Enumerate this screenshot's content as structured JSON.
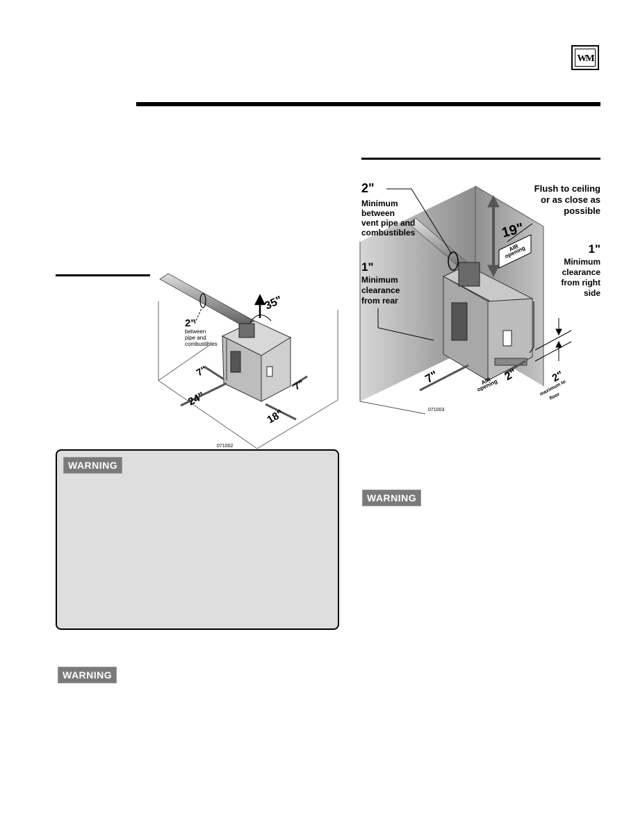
{
  "header": {
    "logo_text": "WM"
  },
  "figure_left": {
    "dim_top": "35\"",
    "dim_pipe": "2\"",
    "pipe_note": [
      "between",
      "pipe and",
      "combustibles"
    ],
    "dim_left_side": "7\"",
    "dim_front_left": "24\"",
    "dim_right_side": "7\"",
    "dim_front_right": "18\"",
    "figure_code": "071002"
  },
  "figure_right": {
    "dim_pipe": "2\"",
    "pipe_note": [
      "Minimum",
      "between",
      "vent pipe and",
      "combustibles"
    ],
    "ceiling_note": [
      "Flush to ceiling",
      "or as close as",
      "possible"
    ],
    "dim_top": "19\"",
    "air_opening_top": [
      "AIR",
      "opening"
    ],
    "dim_right": "1\"",
    "right_note": [
      "Minimum",
      "clearance",
      "from right",
      "side"
    ],
    "dim_rear": "1\"",
    "rear_note": [
      "Minimum",
      "clearance",
      "from rear"
    ],
    "dim_front": "7\"",
    "air_opening_bottom": [
      "AIR",
      "opening"
    ],
    "dim_bottom": "2\"",
    "dim_floor": "2\"",
    "floor_note": [
      "maximum to",
      "floor"
    ],
    "figure_code": "071003"
  },
  "warnings": {
    "box_label": "WARNING",
    "left_label": "WARNING",
    "right_label": "WARNING"
  }
}
